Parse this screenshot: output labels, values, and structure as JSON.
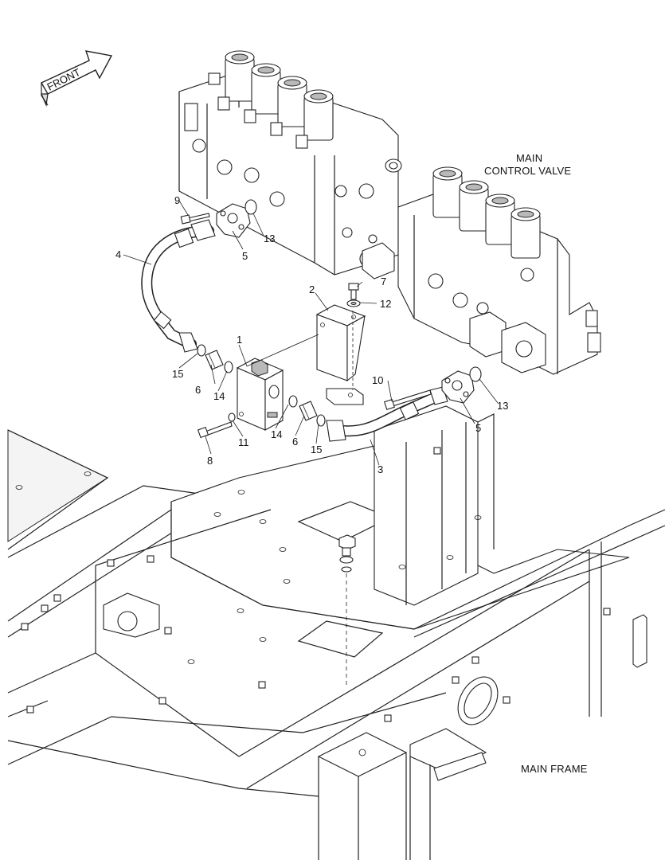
{
  "front_arrow": {
    "label": "FRONT"
  },
  "labels": {
    "main_control_valve_line1": "MAIN",
    "main_control_valve_line2": "CONTROL VALVE",
    "main_frame": "MAIN FRAME"
  },
  "callouts": {
    "c1": "1",
    "c2": "2",
    "c3": "3",
    "c4": "4",
    "c5a": "5",
    "c5b": "5",
    "c6a": "6",
    "c6b": "6",
    "c7": "7",
    "c8": "8",
    "c9": "9",
    "c10": "10",
    "c11": "11",
    "c12": "12",
    "c13a": "13",
    "c13b": "13",
    "c14a": "14",
    "c14b": "14",
    "c15a": "15",
    "c15b": "15"
  }
}
